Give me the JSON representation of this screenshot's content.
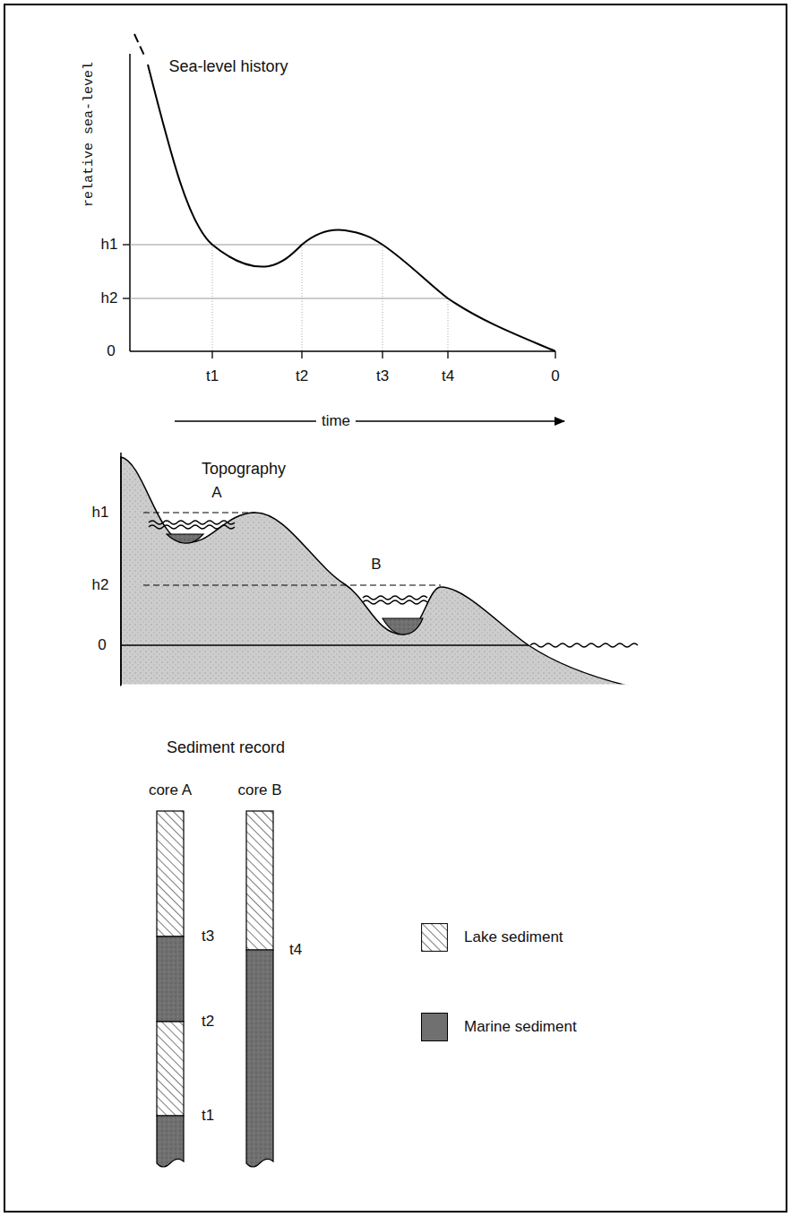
{
  "diagram": {
    "labels": [
      "Sea-level history",
      "relative sea-level",
      "h1",
      "h2",
      "0",
      "t1",
      "t2",
      "t3",
      "t4",
      "0",
      "time",
      "Topography",
      "h1",
      "h2",
      "0",
      "A",
      "B",
      "Sediment record",
      "core A",
      "core B",
      "t3",
      "t2",
      "t1",
      "t4"
    ],
    "legend": [
      {
        "text": "Lake sediment"
      },
      {
        "text": "Marine sediment",
        "color": "#707070"
      }
    ]
  }
}
